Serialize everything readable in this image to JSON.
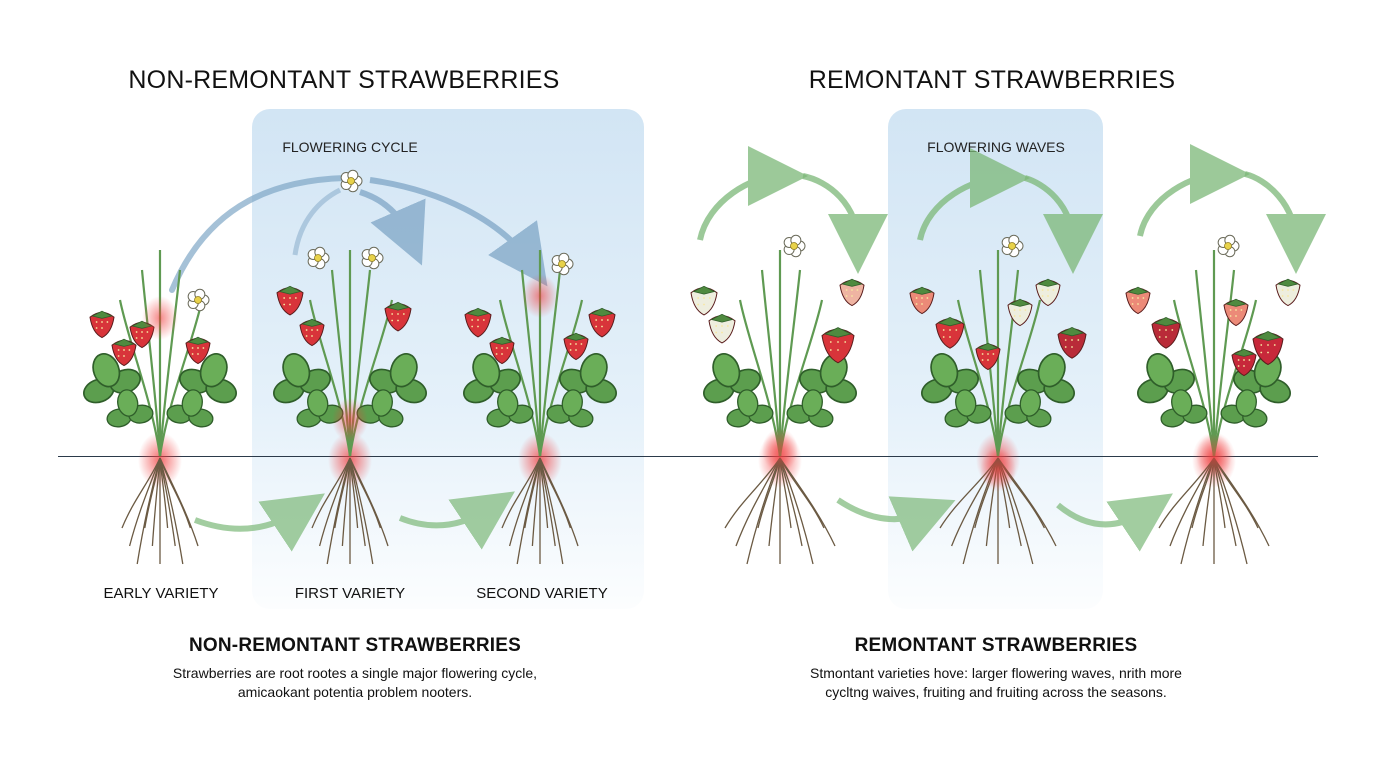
{
  "left": {
    "title": "NON-REMONTANT STRAWBERRIES",
    "band_label": "FLOWERING CYCLE",
    "varieties": [
      "EARLY VARIETY",
      "FIRST VARIETY",
      "SECOND VARIETY"
    ],
    "summary_heading": "NON-REMONTANT STRAWBERRIES",
    "summary_line1": "Strawberries are root rootes a single major flowering cycle,",
    "summary_line2": "amicaokant potentia problem nooters."
  },
  "right": {
    "title": "REMONTANT STRAWBERRIES",
    "band_label": "FLOWERING WAVES",
    "summary_heading": "REMONTANT STRAWBERRIES",
    "summary_line1": "Stmontant varieties hove: larger flowering waves, nrith more",
    "summary_line2": "cycltng waives, fruiting and fruiting across the seasons."
  },
  "colors": {
    "berry_red": "#d8343a",
    "berry_white": "#eeeede",
    "leaf_green": "#5c9e4e",
    "arrow_blue": "#7fa6c6",
    "arrow_green": "#7cb878",
    "band_blue": "#d5e7f5"
  }
}
